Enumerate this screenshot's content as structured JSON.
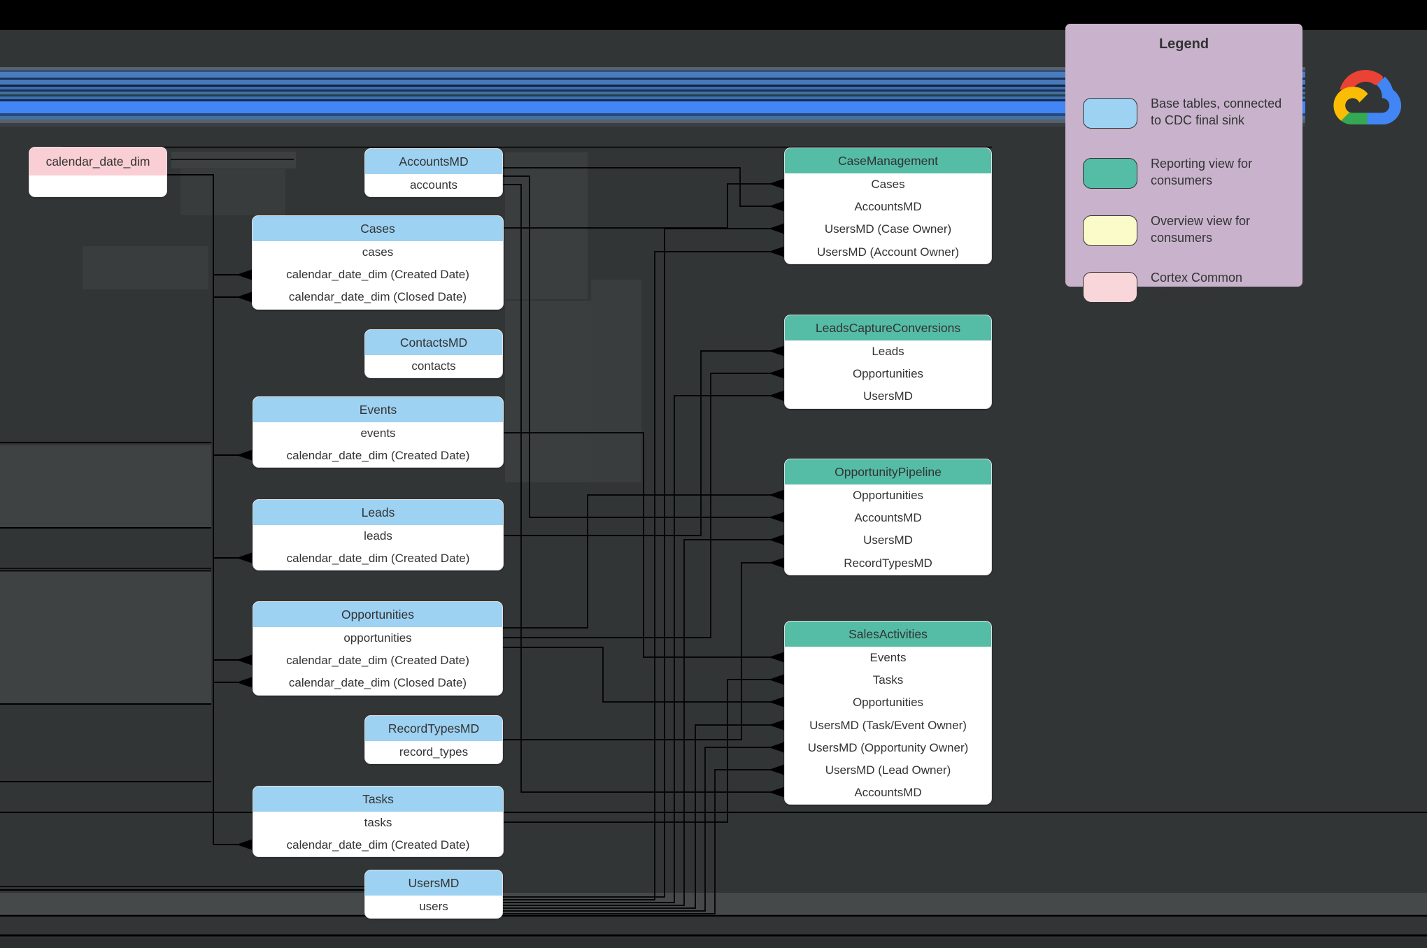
{
  "colors": {
    "canvas_background": "#323536",
    "top_bar": "#000000",
    "connector": "#000000",
    "base_table_header": "#9ed2f2",
    "reporting_view_header": "#55bca6",
    "overview_view_swatch": "#fafbc8",
    "common_dimension_header": "#f9ced4",
    "table_body": "#ffffff",
    "legend_background": "#c8b2cc",
    "artifact_band_blue": "#4285f4",
    "google_logo": {
      "red": "#EA4335",
      "yellow": "#FBBC05",
      "green": "#34A853",
      "blue": "#4285F4"
    }
  },
  "legend": {
    "title": "Legend",
    "items": [
      {
        "swatch_color": "#9ed2f2",
        "label": "Base tables, connected to CDC final sink"
      },
      {
        "swatch_color": "#55bca6",
        "label": "Reporting view for consumers"
      },
      {
        "swatch_color": "#fafbc8",
        "label": "Overview view for consumers"
      },
      {
        "swatch_color": "#f9d6da",
        "label": "Cortex Common Dimension"
      }
    ]
  },
  "diagram": {
    "common_dimension": {
      "title": "calendar_date_dim",
      "rows": [
        ""
      ]
    },
    "base_tables": [
      {
        "id": "accountsmd",
        "title": "AccountsMD",
        "rows": [
          "accounts"
        ]
      },
      {
        "id": "cases",
        "title": "Cases",
        "rows": [
          "cases",
          "calendar_date_dim (Created Date)",
          "calendar_date_dim (Closed Date)"
        ]
      },
      {
        "id": "contactsmd",
        "title": "ContactsMD",
        "rows": [
          "contacts"
        ]
      },
      {
        "id": "events",
        "title": "Events",
        "rows": [
          "events",
          "calendar_date_dim (Created Date)"
        ]
      },
      {
        "id": "leads",
        "title": "Leads",
        "rows": [
          "leads",
          "calendar_date_dim (Created Date)"
        ]
      },
      {
        "id": "opportunities",
        "title": "Opportunities",
        "rows": [
          "opportunities",
          "calendar_date_dim (Created Date)",
          "calendar_date_dim (Closed Date)"
        ]
      },
      {
        "id": "recordtypesmd",
        "title": "RecordTypesMD",
        "rows": [
          "record_types"
        ]
      },
      {
        "id": "tasks",
        "title": "Tasks",
        "rows": [
          "tasks",
          "calendar_date_dim (Created Date)"
        ]
      },
      {
        "id": "usersmd",
        "title": "UsersMD",
        "rows": [
          "users"
        ]
      }
    ],
    "reporting_views": [
      {
        "id": "casemanagement",
        "title": "CaseManagement",
        "rows": [
          "Cases",
          "AccountsMD",
          "UsersMD (Case Owner)",
          "UsersMD (Account Owner)"
        ]
      },
      {
        "id": "leadscaptureconversions",
        "title": "LeadsCaptureConversions",
        "rows": [
          "Leads",
          "Opportunities",
          "UsersMD"
        ]
      },
      {
        "id": "opportunitypipeline",
        "title": "OpportunityPipeline",
        "rows": [
          "Opportunities",
          "AccountsMD",
          "UsersMD",
          "RecordTypesMD"
        ]
      },
      {
        "id": "salesactivities",
        "title": "SalesActivities",
        "rows": [
          "Events",
          "Tasks",
          "Opportunities",
          "UsersMD (Task/Event Owner)",
          "UsersMD (Opportunity Owner)",
          "UsersMD (Lead Owner)",
          "AccountsMD"
        ]
      }
    ]
  }
}
